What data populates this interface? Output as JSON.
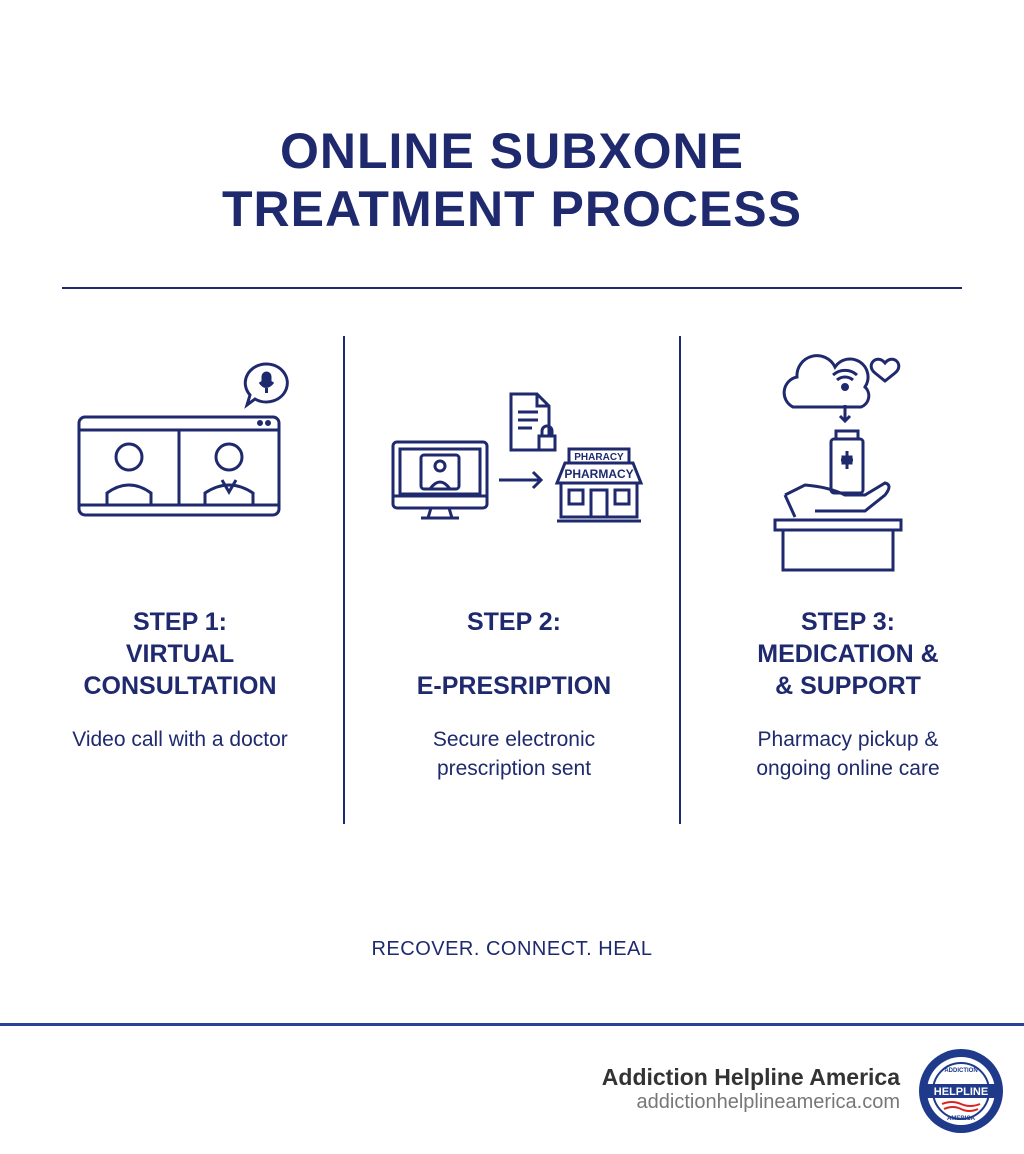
{
  "title_line1": "ONLINE SUBXONE",
  "title_line2": "TREATMENT PROCESS",
  "steps": [
    {
      "heading": [
        "STEP 1:",
        "VIRTUAL",
        "CONSULTATION"
      ],
      "desc": [
        "Video call with a doctor",
        ""
      ],
      "icon": "video-call-icon"
    },
    {
      "heading": [
        "STEP 2:",
        "",
        "E-PRESRIPTION"
      ],
      "desc": [
        "Secure electronic",
        "prescription sent"
      ],
      "icon": "e-prescription-icon",
      "sign_top": "PHARACY",
      "sign_main": "PHARMACY"
    },
    {
      "heading": [
        "STEP 3:",
        "MEDICATION &",
        "& SUPPORT"
      ],
      "desc": [
        "Pharmacy pickup &",
        "ongoing online care"
      ],
      "icon": "medication-support-icon"
    }
  ],
  "tagline": "RECOVER. CONNECT. HEAL",
  "footer": {
    "name": "Addiction Helpline America",
    "url": "addictionhelplineamerica.com",
    "logo_text": [
      "ADDICTION",
      "HELPLINE",
      "AMERICA"
    ]
  },
  "colors": {
    "navy": "#1f2a6e",
    "footer_rule": "#2a3f9a"
  }
}
